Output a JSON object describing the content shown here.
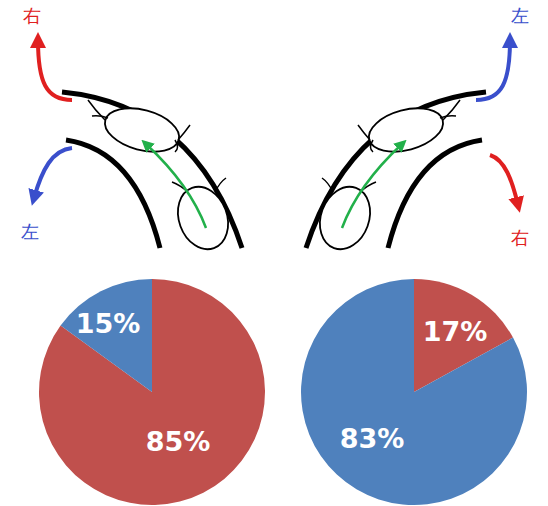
{
  "diagram": {
    "labels": [
      "右",
      "左",
      "左",
      "右",
      "15%",
      "85%",
      "17%",
      "83%"
    ]
  }
}
